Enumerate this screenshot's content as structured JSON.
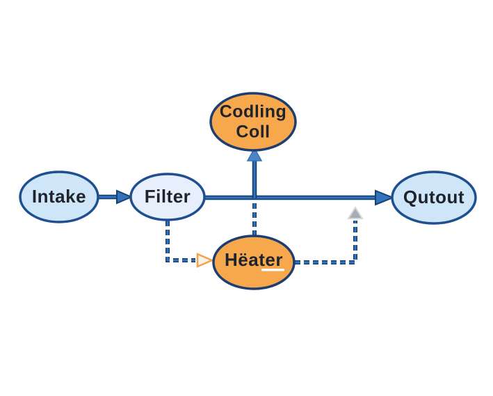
{
  "nodes": {
    "intake": {
      "label": "Intake",
      "fill": "#cfe6f9",
      "border": "#1d4f91",
      "shape": "ellipse"
    },
    "filter": {
      "label": "Filter",
      "fill": "#e6effb",
      "border": "#1d4f91",
      "shape": "ellipse"
    },
    "cooling_coil": {
      "label": "Codling Coll",
      "fill": "#f7a84d",
      "border": "#1e3d70",
      "shape": "ellipse"
    },
    "heater": {
      "label": "Hëater",
      "fill": "#f7a84d",
      "border": "#1e3d70",
      "shape": "ellipse"
    },
    "output": {
      "label": "Qutout",
      "fill": "#cfe6f9",
      "border": "#1d4f91",
      "shape": "ellipse"
    }
  },
  "edges": [
    {
      "id": "intake-to-filter",
      "from": "intake",
      "to": "filter",
      "style": "solid",
      "arrow": "filled-blue"
    },
    {
      "id": "filter-to-output",
      "from": "filter",
      "to": "output",
      "style": "solid",
      "arrow": "filled-blue"
    },
    {
      "id": "junction-to-cooling-coil",
      "from": "filter-output-line",
      "to": "cooling_coil",
      "style": "solid",
      "arrow": "filled-light-blue"
    },
    {
      "id": "filter-to-heater",
      "from": "filter",
      "to": "heater",
      "style": "dashed",
      "arrow": "orange-outline"
    },
    {
      "id": "junction-to-heater",
      "from": "filter-output-line",
      "to": "heater",
      "style": "dashed",
      "arrow": "none"
    },
    {
      "id": "heater-to-output-line",
      "from": "heater",
      "to": "filter-output-line",
      "style": "dashed",
      "arrow": "gray-filled"
    }
  ],
  "palette": {
    "background": "#ffffff",
    "edge_core": "#3273bb",
    "edge_outline": "#16406f",
    "uparrow_fill": "#4d85c4",
    "orange_head_fill": "#fdf2e2",
    "orange_head_stroke": "#f0a24e",
    "gray_head_fill": "#a8adb3",
    "gray_head_stroke": "#d6d9dc",
    "label_color": "#1f232b",
    "heater_underline": "#ffffff"
  }
}
